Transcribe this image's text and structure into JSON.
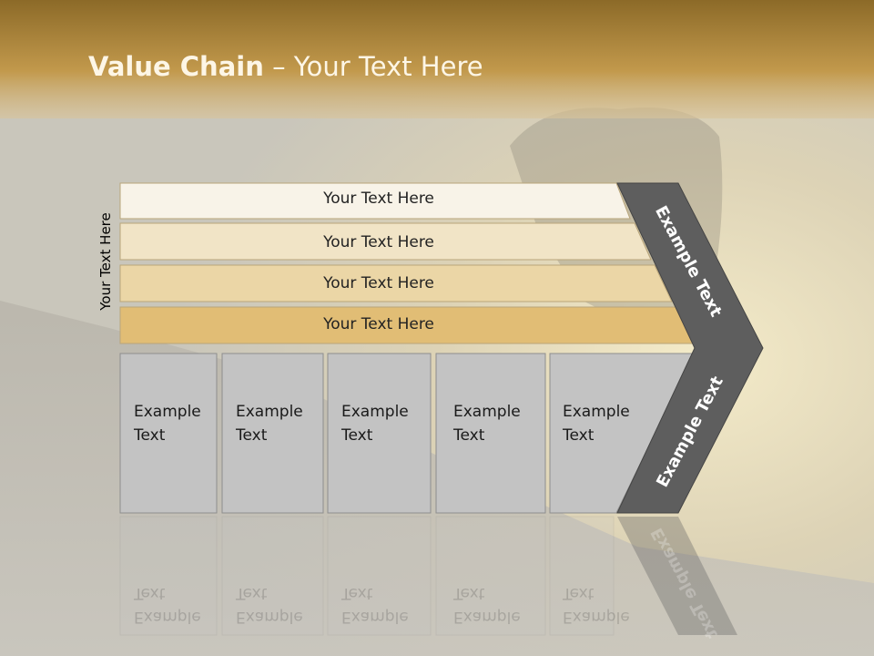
{
  "title": {
    "bold": "Value Chain",
    "rest": " – Your Text Here"
  },
  "side_label": "Your Text Here",
  "rows": [
    "Your Text Here",
    "Your Text Here",
    "Your Text Here",
    "Your Text Here"
  ],
  "boxes": [
    {
      "line1": "Example",
      "line2": "Text"
    },
    {
      "line1": "Example",
      "line2": "Text"
    },
    {
      "line1": "Example",
      "line2": "Text"
    },
    {
      "line1": "Example",
      "line2": "Text"
    },
    {
      "line1": "Example",
      "line2": "Text"
    }
  ],
  "arrow_upper": "Example Text",
  "arrow_lower": "Example Text",
  "colors": {
    "header": "#b58c3a",
    "row1": "#f8f3e8",
    "row2": "#f1e4c6",
    "row3": "#ebd6a6",
    "row4": "#e1bd75",
    "box": "#c3c3c3",
    "arrow": "#5e5e5e"
  }
}
